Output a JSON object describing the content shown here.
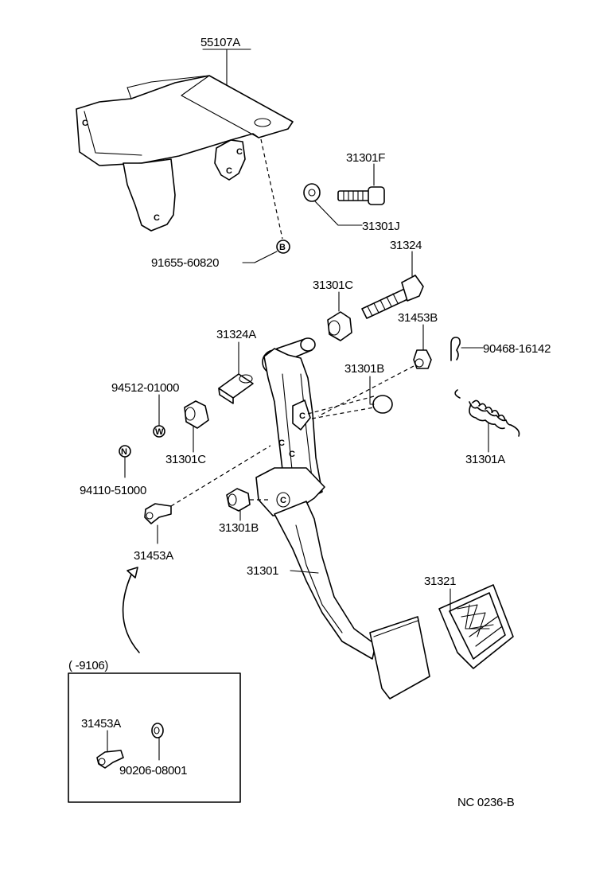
{
  "callouts": {
    "bracket": "55107A",
    "bolt_f": "31301F",
    "nut_j": "31301J",
    "nut_91655": "91655-60820",
    "bolt_31324": "31324",
    "bushing_c_upper": "31301C",
    "stopper_b": "31453B",
    "clip_90468": "90468-16142",
    "collar_31324a": "31324A",
    "cushion_b_upper": "31301B",
    "washer_94512": "94512-01000",
    "bushing_c_lower": "31301C",
    "spring_a": "31301A",
    "nut_94110": "94110-51000",
    "cushion_b_lower": "31301B",
    "stopper_a": "31453A",
    "pedal_lever": "31301",
    "pedal_pad": "31321"
  },
  "inset": {
    "header": "(       -9106)",
    "stopper_label": "31453A",
    "washer_label": "90206-08001"
  },
  "markers": {
    "c": "C",
    "b": "B",
    "w": "W",
    "n": "N"
  },
  "footer_code": "NC 0236-B"
}
